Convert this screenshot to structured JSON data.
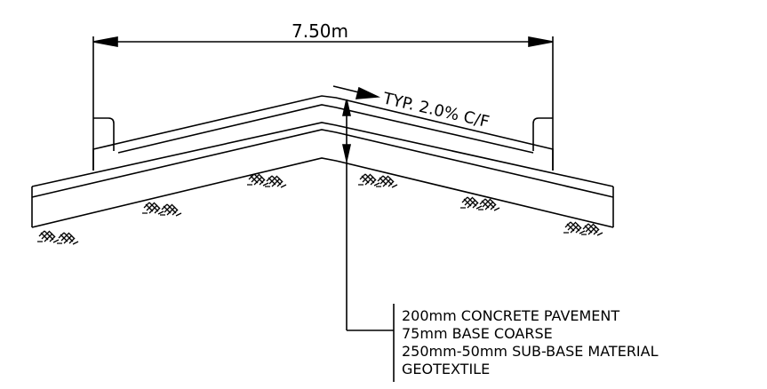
{
  "drawing": {
    "dimension_label": "7.50m",
    "slope_label": "TYP. 2.0% C/F",
    "layers": [
      "200mm CONCRETE PAVEMENT",
      "75mm BASE COARSE",
      "250mm-50mm SUB-BASE MATERIAL",
      "GEOTEXTILE"
    ],
    "line_color": "#000000",
    "background": "#ffffff"
  }
}
